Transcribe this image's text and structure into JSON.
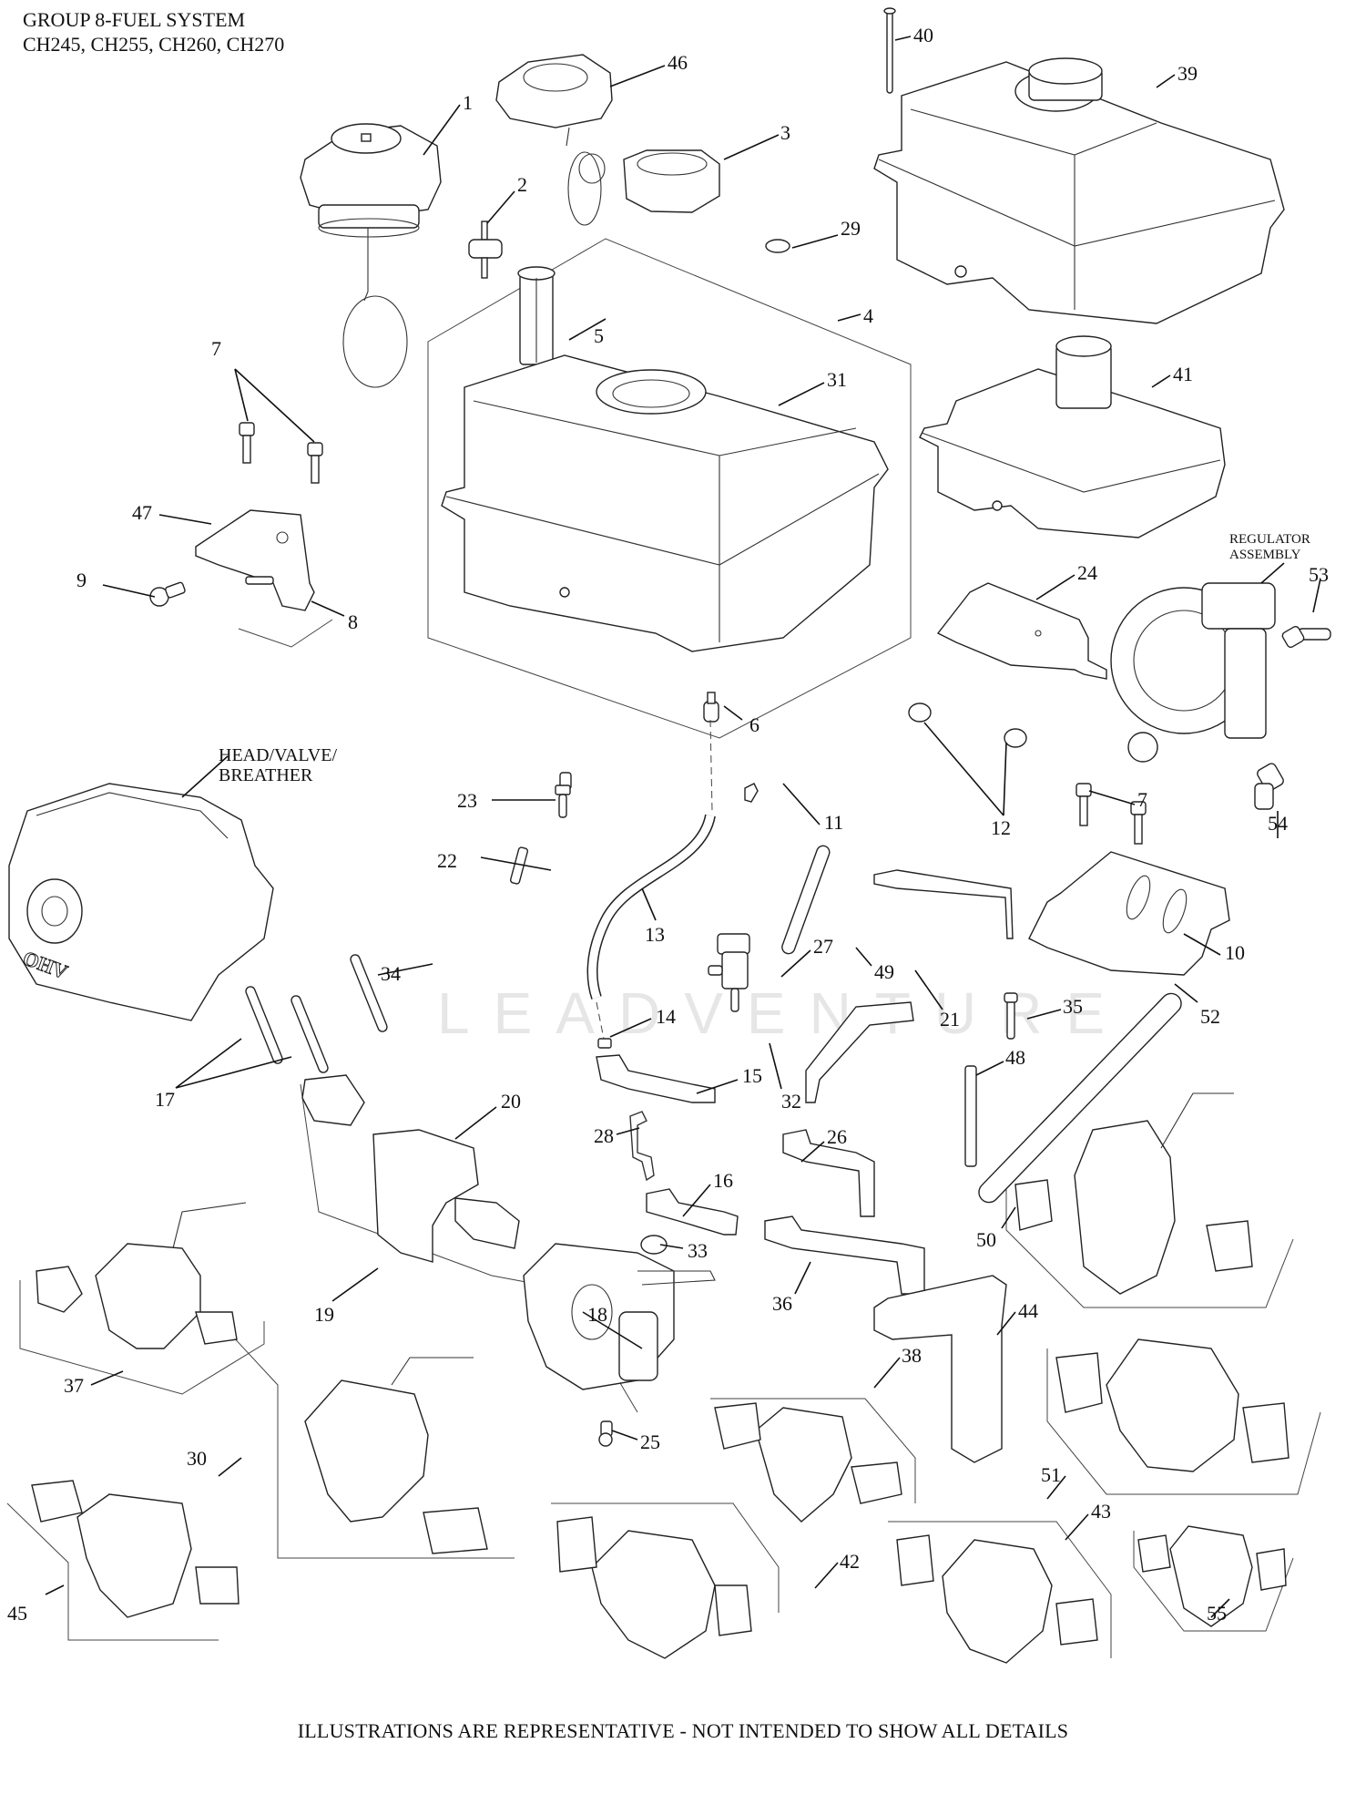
{
  "header": {
    "title_line1": "GROUP 8-FUEL SYSTEM",
    "title_line2": "CH245, CH255, CH260, CH270"
  },
  "footer": {
    "note": "ILLUSTRATIONS ARE REPRESENTATIVE - NOT INTENDED TO SHOW ALL DETAILS"
  },
  "watermark": "LEADVENTURE",
  "group_labels": {
    "head_valve_breather": "HEAD/VALVE/\nBREATHER",
    "regulator_assembly": "REGULATOR\nASSEMBLY"
  },
  "callouts": {
    "c1": "1",
    "c2": "2",
    "c3": "3",
    "c4": "4",
    "c5": "5",
    "c6": "6",
    "c7a": "7",
    "c7b": "7",
    "c8": "8",
    "c9": "9",
    "c10": "10",
    "c11": "11",
    "c12": "12",
    "c13": "13",
    "c14": "14",
    "c15": "15",
    "c16": "16",
    "c17": "17",
    "c18": "18",
    "c19": "19",
    "c20": "20",
    "c21": "21",
    "c22": "22",
    "c23": "23",
    "c24": "24",
    "c25": "25",
    "c26": "26",
    "c27": "27",
    "c28": "28",
    "c29": "29",
    "c30": "30",
    "c31": "31",
    "c32": "32",
    "c33": "33",
    "c34": "34",
    "c35": "35",
    "c36": "36",
    "c37": "37",
    "c38": "38",
    "c39": "39",
    "c40": "40",
    "c41": "41",
    "c42": "42",
    "c43": "43",
    "c44": "44",
    "c45": "45",
    "c46": "46",
    "c47": "47",
    "c48": "48",
    "c49": "49",
    "c50": "50",
    "c51": "51",
    "c52": "52",
    "c53": "53",
    "c54": "54",
    "c55": "55"
  }
}
